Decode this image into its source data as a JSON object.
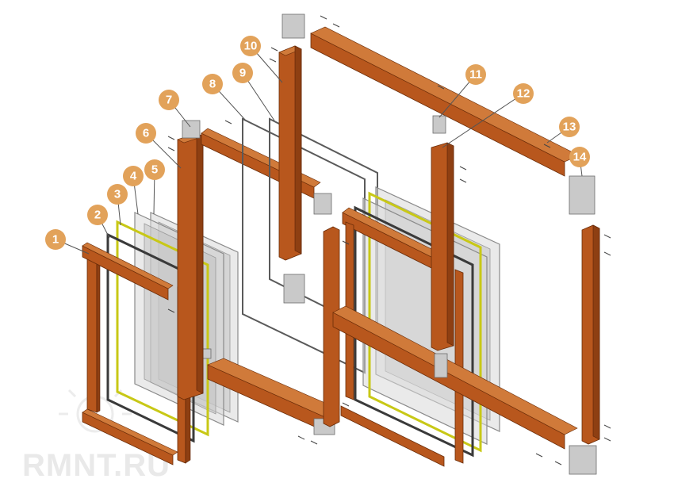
{
  "diagram": {
    "callouts": [
      "1",
      "2",
      "3",
      "4",
      "5",
      "6",
      "7",
      "8",
      "9",
      "10",
      "11",
      "12",
      "13",
      "14"
    ],
    "colors": {
      "badge": "#e2a25a",
      "wood": "#b8571d",
      "glass": "#d9d9d9",
      "gasket_yellow": "#c8c816",
      "bracket": "#c9c9c9"
    }
  },
  "watermark": {
    "text": "RMNT.RU"
  }
}
